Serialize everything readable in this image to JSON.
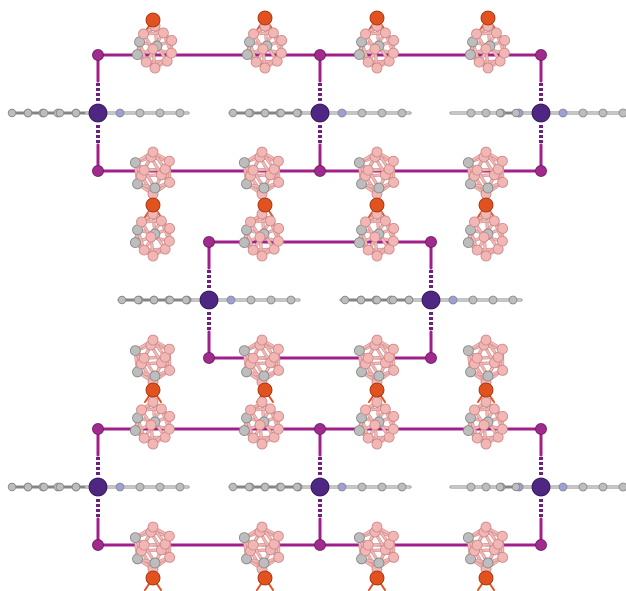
{
  "colors": {
    "background": "#ffffff",
    "boron": "#f2b6b4",
    "boron_edge": "#c98886",
    "carbon": "#bdbdbd",
    "carbon_edge": "#858585",
    "oxygen": "#e2521f",
    "iodine": "#a12b8d",
    "iodine_link": "#a01f8a",
    "metal": "#4e2783",
    "nitrogen": "#9f9fd8",
    "dashed_bond": "#6f1f7f"
  },
  "atoms": {
    "boron": "boron-atom",
    "carbon": "carbon-atom",
    "oxygen": "oxygen-atom",
    "iodine": "iodine-atom",
    "metal": "metal-atom",
    "nitrogen": "nitrogen-atom"
  }
}
